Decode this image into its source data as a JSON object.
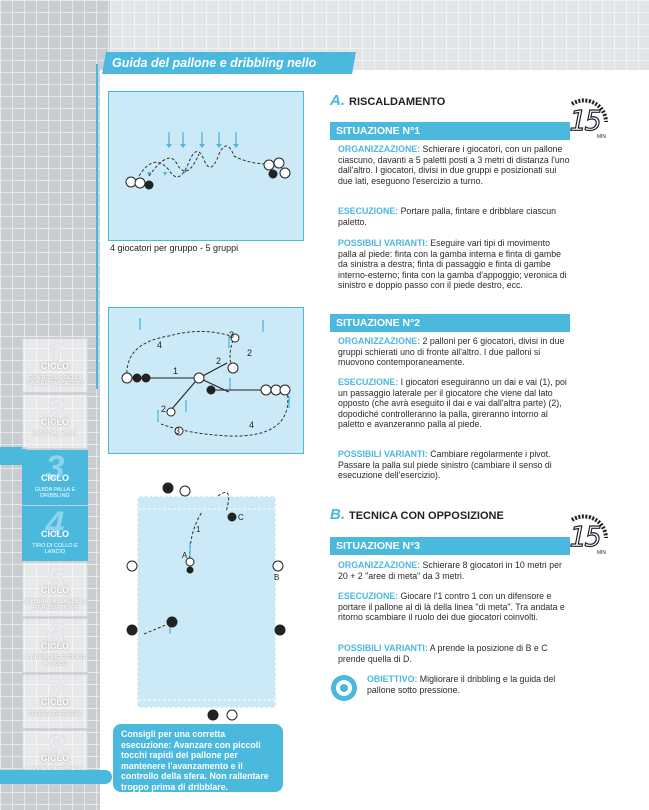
{
  "header": {
    "title": "Guida del pallone e dribbling nello spazio"
  },
  "sidebar": {
    "cycles": [
      {
        "num": "1",
        "label": "CICLO",
        "desc": "CONTROLLO DELLA PALLA E PASSAGGIO",
        "active": false
      },
      {
        "num": "2",
        "label": "CICLO",
        "desc": "GIOCO AL VOLO",
        "active": false
      },
      {
        "num": "3",
        "label": "CICLO",
        "desc": "GUIDA PALLA E DRIBBLING",
        "active": true
      },
      {
        "num": "4",
        "label": "CICLO",
        "desc": "TIRO DI COLLO E LANCIO",
        "active": true
      },
      {
        "num": "5",
        "label": "CICLO",
        "desc": "LETTURA PASSAGGIO E FINALIZZAZIONE",
        "active": false
      },
      {
        "num": "6",
        "label": "CICLO",
        "desc": "IL DRIBBLING E GIOCO AL VOLO",
        "active": false
      },
      {
        "num": "7",
        "label": "CICLO",
        "desc": "TECNICA DIFENSIVA",
        "active": false
      },
      {
        "num": "8",
        "label": "CICLO",
        "desc": "IL COLPO DI TESTA E IL DUELLO AEREO",
        "active": false
      }
    ]
  },
  "diagram1": {
    "caption": "4 giocatori per gruppo - 5 gruppi"
  },
  "diagram2": {
    "labels": [
      "1",
      "2",
      "2",
      "2",
      "3",
      "3",
      "4",
      "4"
    ]
  },
  "diagram3": {
    "labels": [
      "C",
      "A",
      "B",
      "1"
    ]
  },
  "tip": {
    "text": "Consigli per una corretta esecuzione: Avanzare con piccoli tocchi rapidi del pallone per mantenere l'avanzamento e il controllo della sfera. Non rallentare troppo prima di dribblare."
  },
  "section_a": {
    "letter": "A.",
    "title": "RISCALDAMENTO",
    "timer": "15",
    "timer_unit": "MIN",
    "sit1": {
      "title": "SITUAZIONE N°1",
      "org_label": "ORGANIZZAZIONE:",
      "org": " Schierare i giocatori, con un pallone ciascuno, davanti a 5 paletti posti a 3 metri di distanza l'uno dall'altro. I giocatori, divisi in due gruppi e posizionati sui due lati, eseguono l'esercizio a turno.",
      "exec_label": "ESECUZIONE:",
      "exec": " Portare palla, fintare e dribblare ciascun paletto.",
      "var_label": "POSSIBILI VARIANTI:",
      "var": " Eseguire vari tipi di movimento palla al piede: finta con la gamba interna e finta di gambe da sinistra a destra; finta di passaggio e finta di gambe interno-esterno; finta con la gamba d'appoggio; veronica di sinistro e doppio passo con il piede destro, ecc."
    },
    "sit2": {
      "title": "SITUAZIONE N°2",
      "org_label": "ORGANIZZAZIONE:",
      "org": " 2 palloni per 6 giocatori, divisi in due gruppi schierati uno di fronte all'altro. I due palloni si muovono contemporaneamente.",
      "exec_label": "ESECUZIONE:",
      "exec": " I giocatori eseguiranno un dai e vai (1), poi un passaggio laterale per il giocatore che viene dal lato opposto (che avrà eseguito il dai e vai dall'altra parte) (2), dopodiché controlleranno la palla, gireranno intorno al paletto e avanzeranno palla al piede.",
      "var_label": "POSSIBILI VARIANTI:",
      "var": " Cambiare regolarmente i pivot. Passare la palla sul piede sinistro (cambiare il senso di esecuzione dell'esercizio)."
    }
  },
  "section_b": {
    "letter": "B.",
    "title": "TECNICA CON OPPOSIZIONE",
    "timer": "15",
    "timer_unit": "MIN",
    "sit3": {
      "title": "SITUAZIONE N°3",
      "org_label": "ORGANIZZAZIONE:",
      "org": " Schierare 8 giocatori in 10 metri per 20 + 2 \"aree di meta\" da 3 metri.",
      "exec_label": "ESECUZIONE:",
      "exec": " Giocare l'1 contro 1 con un difensore e portare il pallone al di là della linea \"di meta\". Tra andata e ritorno scambiare il ruolo dei due giocatori coinvolti.",
      "var_label": "POSSIBILI VARIANTI:",
      "var_a": " A prende la posizione di B e C prende quella di D.",
      "obj_label": "OBIETTIVO:",
      "obj": " Migliorare il dribbling e la guida del pallone sotto pressione."
    }
  },
  "colors": {
    "accent": "#4bb8dd",
    "field": "#cbe9f6"
  }
}
